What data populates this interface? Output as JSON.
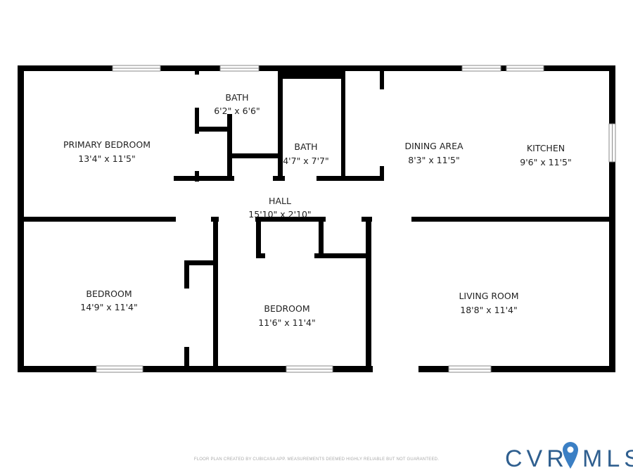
{
  "rooms": [
    {
      "name": "PRIMARY BEDROOM",
      "size": "13'4\" x 11'5\""
    },
    {
      "name": "BATH",
      "size": "6'2\" x 6'6\""
    },
    {
      "name": "BATH",
      "size": "4'7\" x 7'7\""
    },
    {
      "name": "DINING AREA",
      "size": "8'3\" x 11'5\""
    },
    {
      "name": "KITCHEN",
      "size": "9'6\" x 11'5\""
    },
    {
      "name": "HALL",
      "size": "15'10\" x 2'10\""
    },
    {
      "name": "BEDROOM",
      "size": "14'9\" x 11'4\""
    },
    {
      "name": "BEDROOM",
      "size": "11'6\" x 11'4\""
    },
    {
      "name": "LIVING ROOM",
      "size": "18'8\" x 11'4\""
    }
  ],
  "footer": {
    "disclaimer": "FLOOR PLAN CREATED BY CUBICASA APP. MEASUREMENTS DEEMED HIGHLY RELIABLE BUT NOT GUARANTEED."
  },
  "logo": {
    "text": "CVRMLS",
    "pin_color": "#3b7fc4",
    "text_color": "#2f5f8f"
  },
  "colors": {
    "wall": "#000000",
    "window_stroke": "#8a8a8a"
  }
}
